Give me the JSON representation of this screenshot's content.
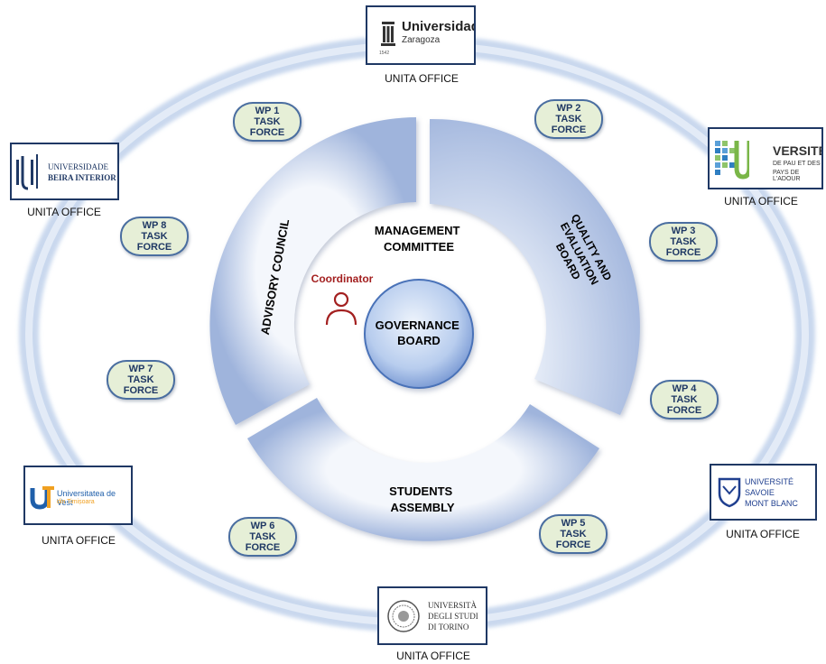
{
  "colors": {
    "ring_light": "#eaf0fa",
    "ring_dark": "#9fb4dc",
    "orbit": "#b7cbe6",
    "title_text": "#000000",
    "coordinator": "#a32020",
    "pill_fill": "#e6efd7",
    "pill_border": "#4a6ea0",
    "box_border": "#1f3864"
  },
  "governance": {
    "label_line1": "GOVERNANCE",
    "label_line2": "BOARD"
  },
  "coordinator": {
    "label": "Coordinator",
    "icon": "person-icon"
  },
  "segments": {
    "management_line1": "MANAGEMENT",
    "management_line2": "COMMITTEE",
    "advisory": "ADVISORY COUNCIL",
    "quality_line1": "QUALITY AND",
    "quality_line2": "EVALUATION",
    "quality_line3": "BOARD",
    "students_line1": "STUDENTS",
    "students_line2": "ASSEMBLY"
  },
  "task_forces": [
    {
      "wp": "WP 1",
      "line2": "TASK",
      "line3": "FORCE"
    },
    {
      "wp": "WP 2",
      "line2": "TASK",
      "line3": "FORCE"
    },
    {
      "wp": "WP 3",
      "line2": "TASK",
      "line3": "FORCE"
    },
    {
      "wp": "WP 4",
      "line2": "TASK",
      "line3": "FORCE"
    },
    {
      "wp": "WP 5",
      "line2": "TASK",
      "line3": "FORCE"
    },
    {
      "wp": "WP 6",
      "line2": "TASK",
      "line3": "FORCE"
    },
    {
      "wp": "WP 7",
      "line2": "TASK",
      "line3": "FORCE"
    },
    {
      "wp": "WP 8",
      "line2": "TASK",
      "line3": "FORCE"
    }
  ],
  "offices": {
    "zaragoza": {
      "logo_line1": "Universidad",
      "logo_line2": "Zaragoza",
      "logo_year": "1542",
      "label": "UNITA OFFICE"
    },
    "beira": {
      "logo_line1": "UNIVERSIDADE",
      "logo_line2": "BEIRA INTERIOR",
      "label": "UNITA OFFICE"
    },
    "pau": {
      "logo_line1": "VERSITÉ",
      "logo_line2": "DE PAU ET DES",
      "logo_line3": "PAYS DE L'ADOUR",
      "label": "UNITA OFFICE"
    },
    "timisoara": {
      "logo_line1": "Universitatea de Vest",
      "logo_line2": "din Timișoara",
      "label": "UNITA OFFICE"
    },
    "savoie": {
      "logo_line1": "UNIVERSITÉ",
      "logo_line2": "SAVOIE",
      "logo_line3": "MONT BLANC",
      "label": "UNITA OFFICE"
    },
    "torino": {
      "logo_line1": "UNIVERSITÀ",
      "logo_line2": "DEGLI STUDI",
      "logo_line3": "DI TORINO",
      "label": "UNITA OFFICE"
    }
  }
}
